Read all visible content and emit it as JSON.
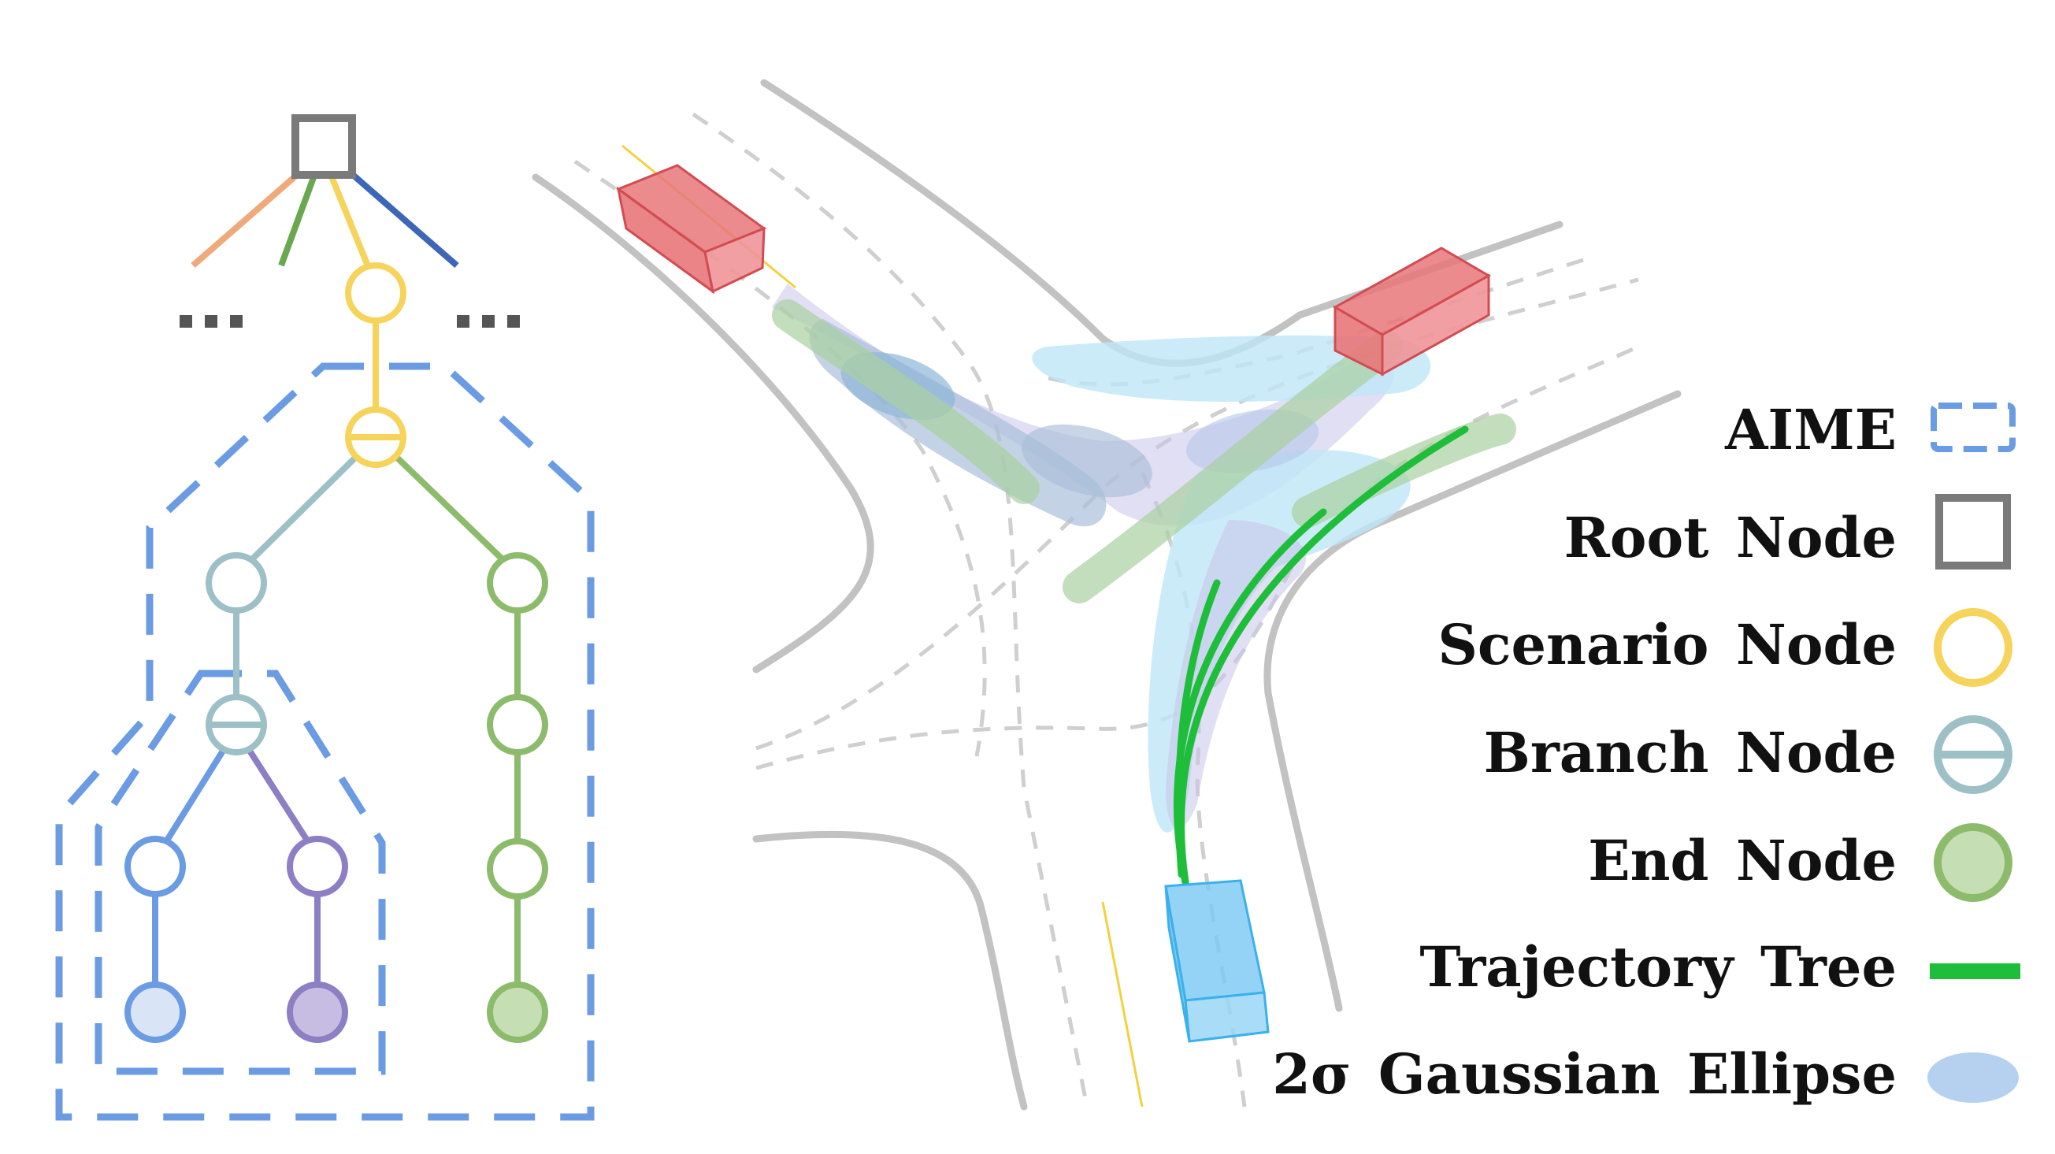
{
  "legend": {
    "aime": "AIME",
    "root_node": "Root Node",
    "scenario_node": "Scenario Node",
    "branch_node": "Branch Node",
    "end_node": "End Node",
    "trajectory_tree": "Trajectory Tree",
    "gaussian_ellipse": "2σ Gaussian Ellipse"
  },
  "colors": {
    "aime_dash": "#6a9be3",
    "root": "#7a7a7a",
    "scenario": "#f6d35b",
    "branch": "#9dbfc6",
    "end_green": "#8dbb6c",
    "trajectory": "#1fbe3a",
    "ellipse": "#a9c9ec",
    "blue_branch": "#6a9be3",
    "purple_branch": "#8e7fc4",
    "orange_edge": "#f0a97a",
    "dark_blue_edge": "#3e66b8",
    "vehicle_red": "#e8777a",
    "ego_blue": "#79c8f2",
    "road": "#c2c2c2"
  }
}
